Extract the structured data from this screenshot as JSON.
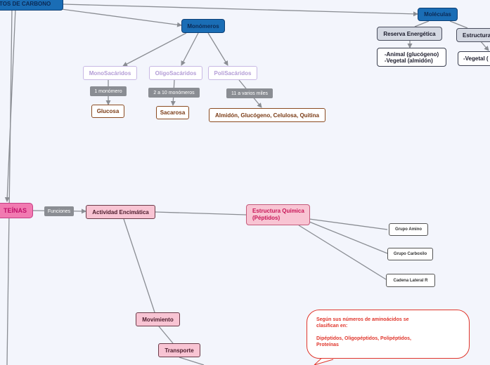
{
  "nodes": {
    "root": "TOS DE CARBONO",
    "monomeros": "Monómeros",
    "moleculas": "Moléculas",
    "reserva": "Reserva Energética",
    "estructura": "Estructura",
    "animal_vegetal": "-Animal (glucógeno)\n-Vegetal (almidón)",
    "vegetal2": "-Vegetal (",
    "monosacaridos": "MonoSacáridos",
    "oligosacaridos": "OligoSacáridos",
    "polisacaridos": "PoliSacáridos",
    "lbl_1mono": "1 monómero",
    "lbl_2a10": "2 a 10 monómeros",
    "lbl_11": "11 a varios miles",
    "glucosa": "Glucosa",
    "sacarosa": "Sacarosa",
    "polis_examples": "Almidón, Glucógeno, Celulosa, Quitina",
    "proteinas": "TEÍNAS",
    "lbl_funciones": "Funciones",
    "actividad": "Actividad Encimática",
    "estructura_quimica": "Estructura Química\n(Péptidos)",
    "grupo_amino": "Grupo Amino",
    "grupo_carboxilo": "Grupo Carboxilo",
    "cadena_lateral": "Cadena Lateral R",
    "movimiento": "Movimiento",
    "transporte": "Transporte"
  },
  "callout": {
    "text": "Según sus números de aminoácidos se\nclasifican en:\n\nDipéptidos, Oligopéptidos, Polipéptidos,\nProteínas"
  }
}
